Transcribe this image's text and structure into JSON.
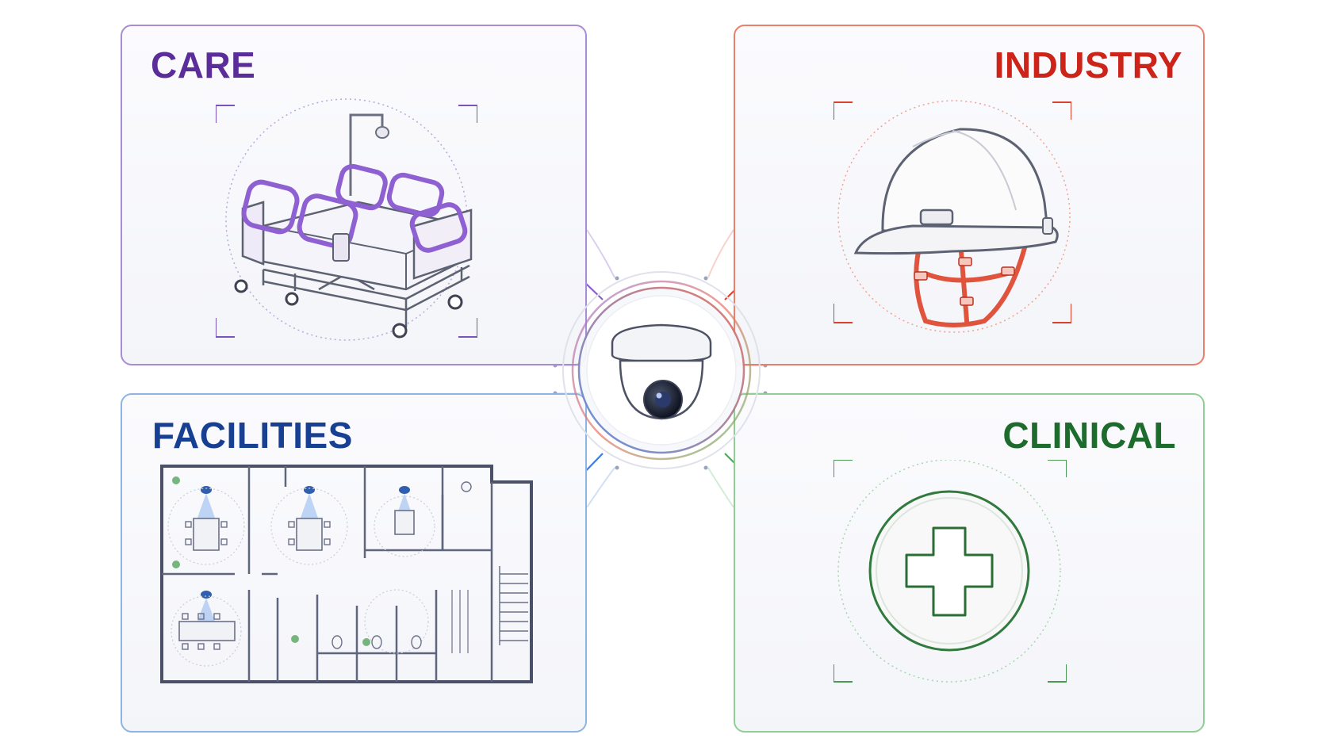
{
  "panels": {
    "care": {
      "title": "CARE",
      "color": "#5a2d9a"
    },
    "industry": {
      "title": "INDUSTRY",
      "color": "#cc2418"
    },
    "facilities": {
      "title": "FACILITIES",
      "color": "#173f92"
    },
    "clinical": {
      "title": "CLINICAL",
      "color": "#1d6b2d"
    }
  },
  "icons": {
    "hub": "dome-security-camera-icon",
    "care": "hospital-bed-icon",
    "industry": "hard-hat-icon",
    "facilities": "floor-plan-icon",
    "clinical": "medical-cross-icon"
  }
}
